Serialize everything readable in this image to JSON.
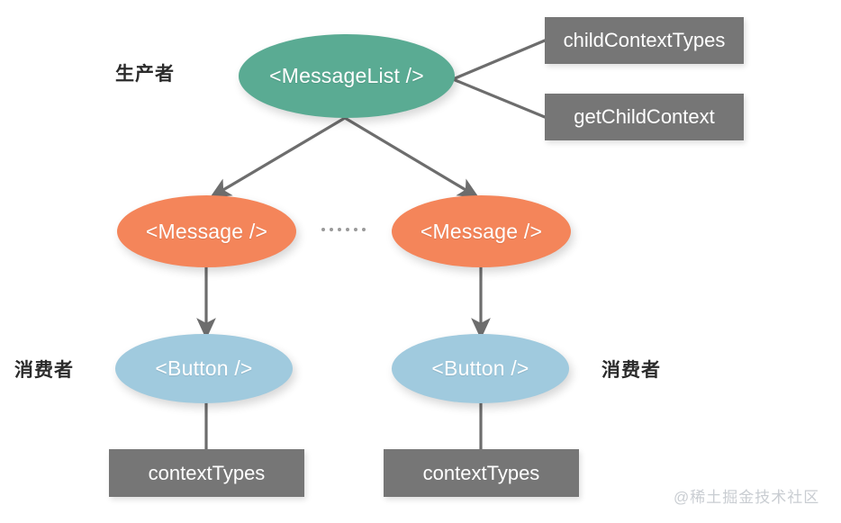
{
  "diagram": {
    "title": "React Context producer-consumer diagram",
    "background": "#ffffff",
    "colors": {
      "producer_node": "#5aab93",
      "message_node": "#f4855a",
      "consumer_node": "#a0cade",
      "property_box": "#767676",
      "edge": "#6d6d6d",
      "label_text": "#2b2b2b",
      "watermark": "#c9cdd2"
    },
    "labels": {
      "producer": "生产者",
      "consumer_left": "消费者",
      "consumer_right": "消费者"
    },
    "nodes": {
      "message_list": "<MessageList />",
      "message_left": "<Message />",
      "message_right": "<Message />",
      "button_left": "<Button />",
      "button_right": "<Button />"
    },
    "boxes": {
      "child_context_types": "childContextTypes",
      "get_child_context": "getChildContext",
      "context_types_left": "contextTypes",
      "context_types_right": "contextTypes"
    },
    "ellipsis": {
      "glyph": "······",
      "dot_count": 6
    },
    "watermark": "@稀土掘金技术社区"
  }
}
